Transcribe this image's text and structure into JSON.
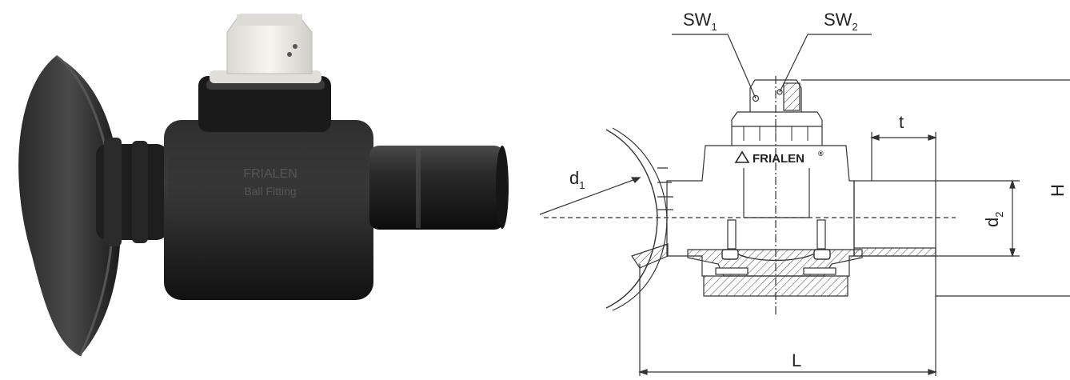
{
  "labels": {
    "sw1_main": "SW",
    "sw1_sub": "1",
    "sw2_main": "SW",
    "sw2_sub": "2",
    "t": "t",
    "d1_main": "d",
    "d1_sub": "1",
    "d2_main": "d",
    "d2_sub": "2",
    "H": "H",
    "L": "L"
  },
  "brand": {
    "name": "FRIALEN",
    "reg": "®"
  },
  "photo_embossing": {
    "line1": "FRIALEN",
    "line2": "Ball Fitting"
  },
  "colors": {
    "body": "#1c1c1c",
    "body_light": "#3a3a3a",
    "cap": "#ecebe6",
    "line": "#333333"
  }
}
